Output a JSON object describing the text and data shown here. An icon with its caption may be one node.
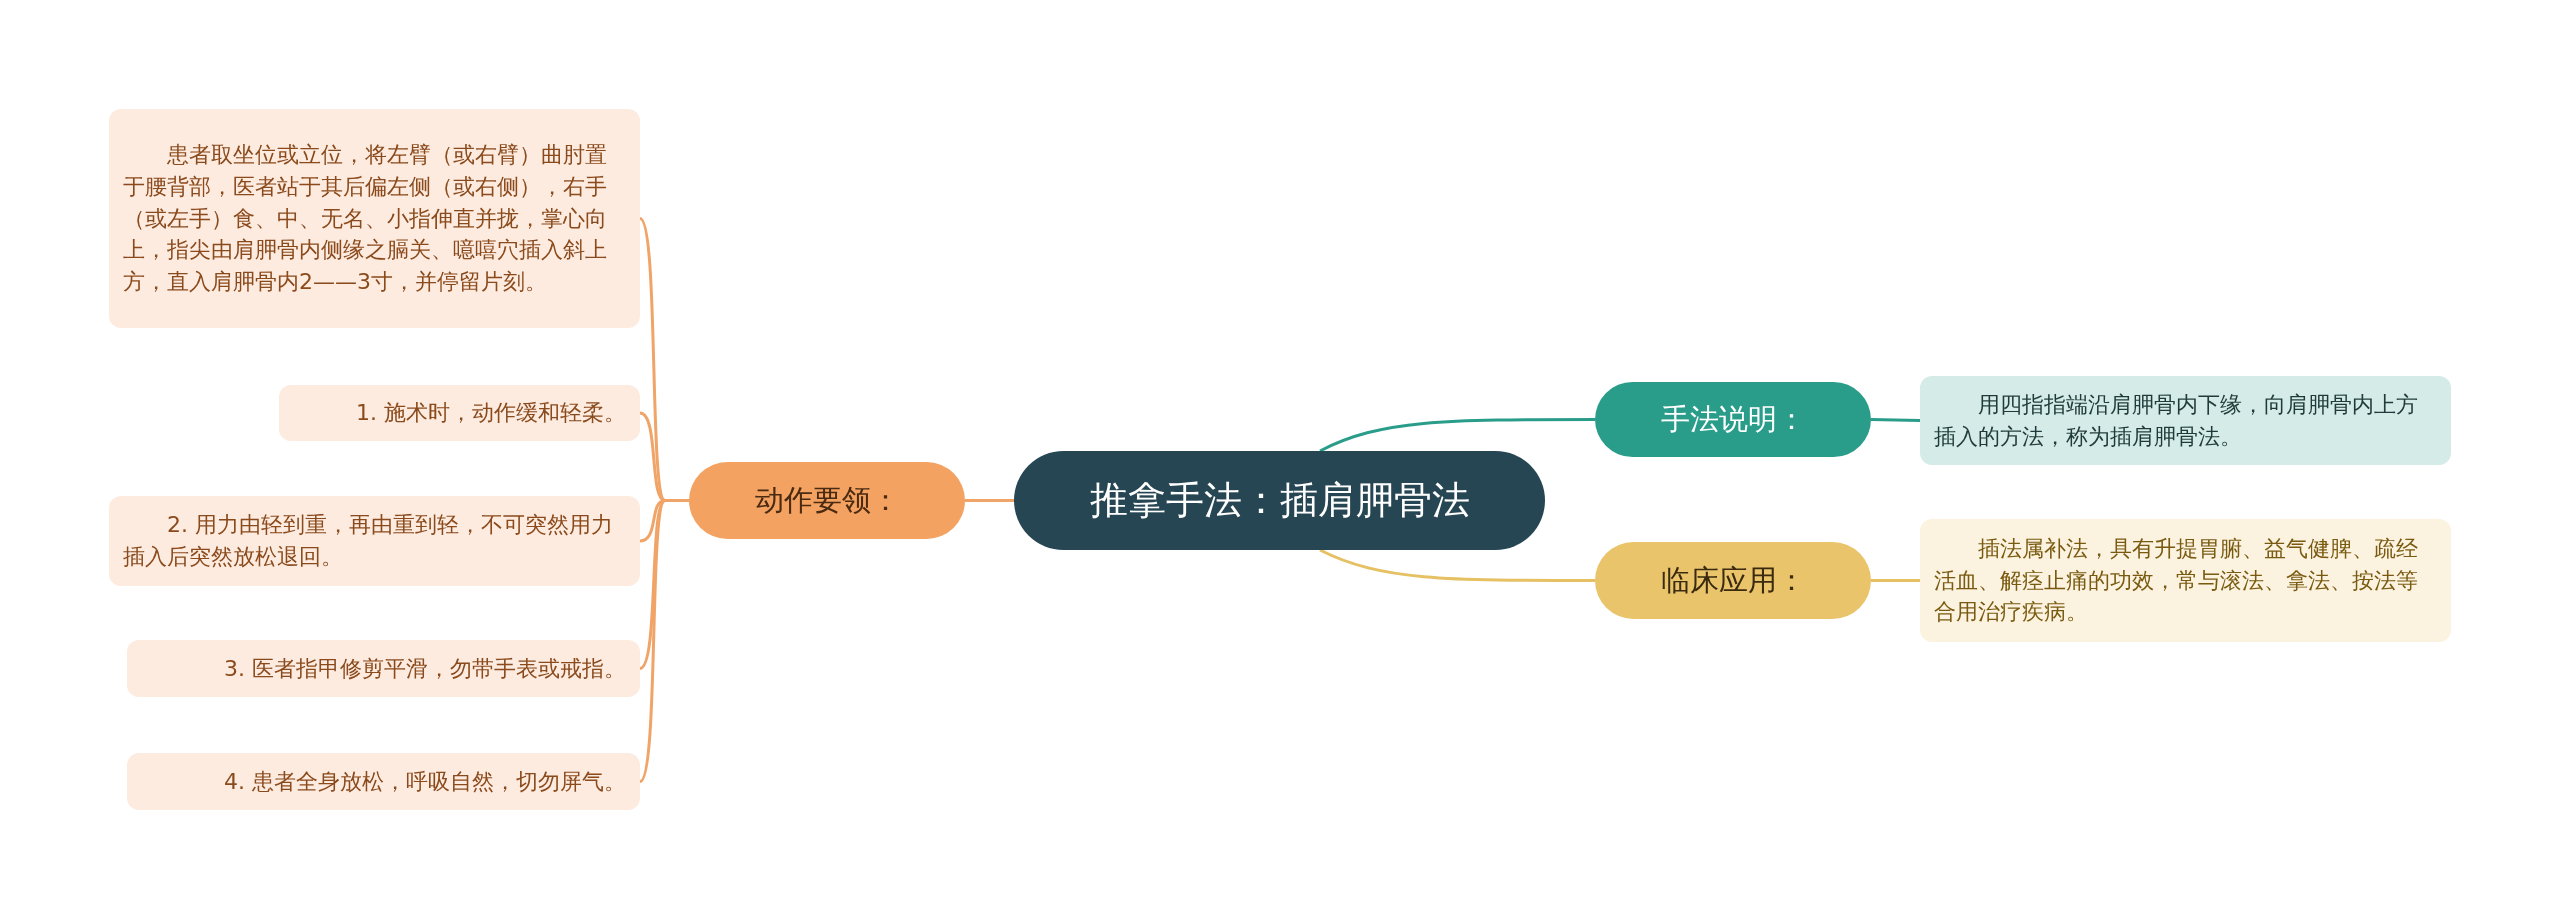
{
  "diagram": {
    "nodes": [
      {
        "text": [
          "推拿手法：插肩胛骨法"
        ]
      },
      {
        "text": [
          "动作要领："
        ]
      },
      {
        "text": [
          "患者取坐位或立位，将左臂（或右臂）曲肘置于腰背部，医者站于其后偏左侧（或右侧），右手（或左手）食、中、无名、小指伸直并拢，掌心向上，指尖由肩胛骨内侧缘之膈关、噫嘻穴插入斜上方，直入肩胛骨内2——3寸，并停留片刻。"
        ]
      },
      {
        "text": [
          "1. 施术时，动作缓和轻柔。"
        ]
      },
      {
        "text": [
          "2. 用力由轻到重，再由重到轻，不可突然用力插入后突然放松退回。"
        ]
      },
      {
        "text": [
          "3. 医者指甲修剪平滑，勿带手表或戒指。"
        ]
      },
      {
        "text": [
          "4. 患者全身放松，呼吸自然，切勿屏气。"
        ]
      },
      {
        "text": [
          "手法说明："
        ]
      },
      {
        "text": [
          "用四指指端沿肩胛骨内下缘，向肩胛骨内上方插入的方法，称为插肩胛骨法。"
        ]
      },
      {
        "text": [
          "临床应用："
        ]
      },
      {
        "text": [
          "插法属补法，具有升提胃腑、益气健脾、疏经活血、解痉止痛的功效，常与滚法、拿法、按法等合用治疗疾病。"
        ]
      }
    ],
    "edges": [
      {
        "from": 0,
        "to": 1,
        "arrow": "none"
      },
      {
        "from": 1,
        "to": 2,
        "arrow": "none"
      },
      {
        "from": 1,
        "to": 3,
        "arrow": "none"
      },
      {
        "from": 1,
        "to": 4,
        "arrow": "none"
      },
      {
        "from": 1,
        "to": 5,
        "arrow": "none"
      },
      {
        "from": 1,
        "to": 6,
        "arrow": "none"
      },
      {
        "from": 0,
        "to": 7,
        "arrow": "none",
        "color": "#2a9d8a"
      },
      {
        "from": 7,
        "to": 8,
        "arrow": "none",
        "color": "#2a9d8a"
      },
      {
        "from": 0,
        "to": 9,
        "arrow": "none",
        "color": "#e6c164"
      },
      {
        "from": 9,
        "to": 10,
        "arrow": "none",
        "color": "#e6c164"
      }
    ]
  }
}
